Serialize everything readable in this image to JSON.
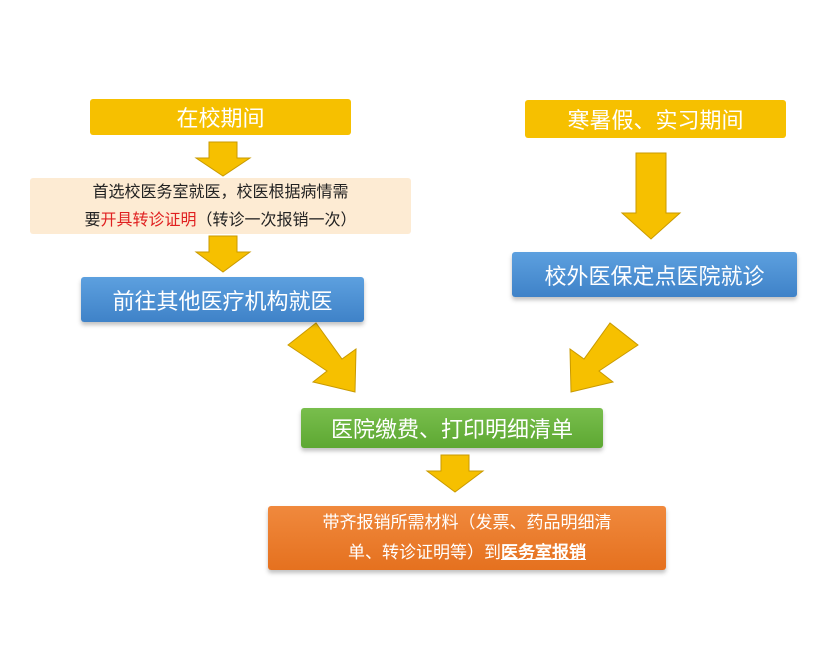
{
  "colors": {
    "arrow": "#f6c000",
    "arrow_stroke": "#c99a00",
    "highlight_red": "#e02020"
  },
  "left_start": {
    "label": "在校期间"
  },
  "right_start": {
    "label": "寒暑假、实习期间"
  },
  "school_clinic": {
    "line1": "首选校医务室就医，校医根据病情需",
    "line2_prefix": "要",
    "line2_highlight": "开具转诊证明",
    "line2_suffix": "（转诊一次报销一次）"
  },
  "other_hospital": {
    "label": "前往其他医疗机构就医"
  },
  "designated_hospital": {
    "label": "校外医保定点医院就诊"
  },
  "payment": {
    "label": "医院缴费、打印明细清单"
  },
  "reimburse": {
    "line1": "带齐报销所需材料（发票、药品明细清",
    "line2_prefix": "单、转诊证明等）到",
    "line2_highlight": "医务室报销"
  }
}
